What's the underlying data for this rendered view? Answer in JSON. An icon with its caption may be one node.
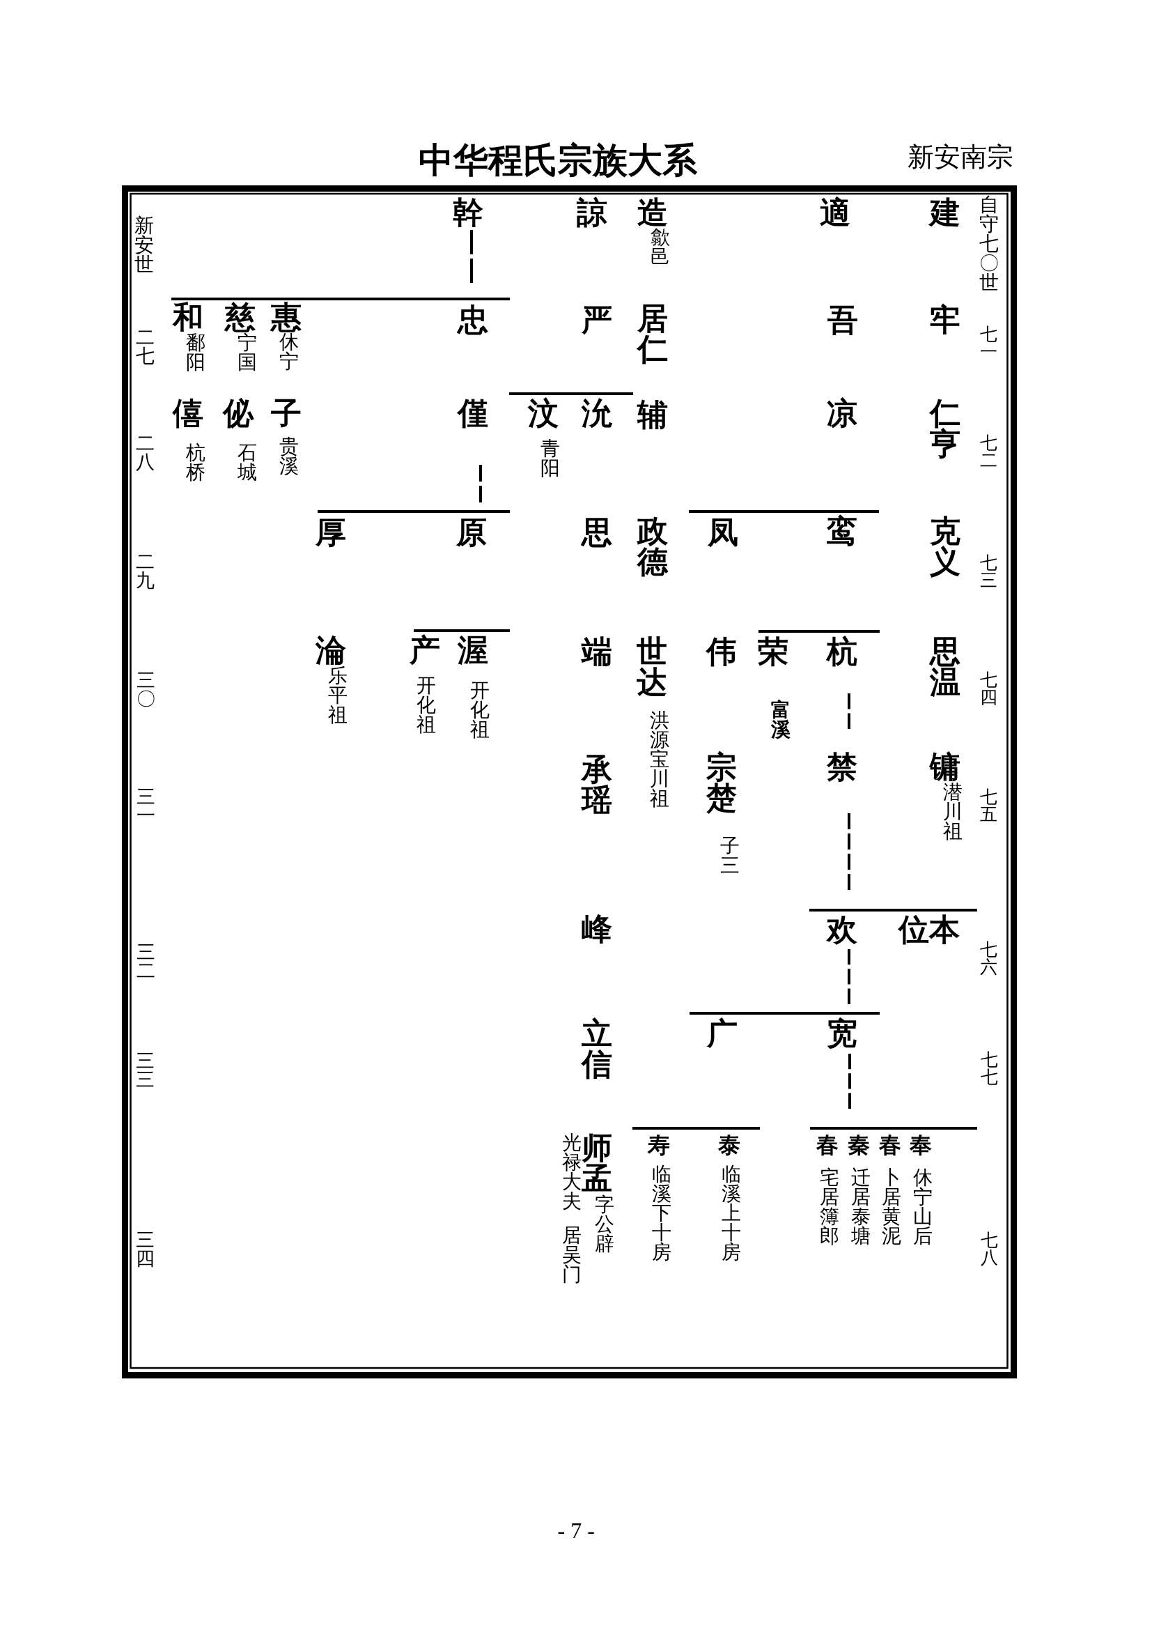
{
  "diagram": {
    "title": "中华程氏宗族大系",
    "nodes": [
      {
        "text": [
          "建"
        ]
      },
      {
        "text": [
          "適"
        ]
      },
      {
        "text": [
          "造"
        ],
        "beside": [
          "歙邑"
        ]
      },
      {
        "text": [
          "諒"
        ]
      },
      {
        "text": [
          "幹"
        ]
      },
      {
        "text": [
          "牢"
        ]
      },
      {
        "text": [
          "吾"
        ]
      },
      {
        "text": [
          "居仁"
        ]
      },
      {
        "text": [
          "严"
        ]
      },
      {
        "text": [
          "忠"
        ]
      },
      {
        "text": [
          "惠"
        ],
        "beside": [
          "休宁"
        ]
      },
      {
        "text": [
          "慈"
        ],
        "beside": [
          "宁国"
        ]
      },
      {
        "text": [
          "和"
        ],
        "beside": [
          "鄱阳"
        ]
      },
      {
        "text": [
          "仁亨"
        ]
      },
      {
        "text": [
          "凉"
        ]
      },
      {
        "text": [
          "辅"
        ]
      },
      {
        "text": [
          "沇"
        ]
      },
      {
        "text": [
          "汶"
        ],
        "beside": [
          "青阳"
        ]
      },
      {
        "text": [
          "僅"
        ]
      },
      {
        "text": [
          "子"
        ],
        "beside": [
          "贵溪"
        ]
      },
      {
        "text": [
          "佖"
        ],
        "beside": [
          "石城"
        ]
      },
      {
        "text": [
          "僖"
        ],
        "beside": [
          "杭桥"
        ]
      },
      {
        "text": [
          "克义"
        ]
      },
      {
        "text": [
          "鸾"
        ]
      },
      {
        "text": [
          "凤"
        ]
      },
      {
        "text": [
          "政德"
        ]
      },
      {
        "text": [
          "思"
        ]
      },
      {
        "text": [
          "原"
        ]
      },
      {
        "text": [
          "厚"
        ]
      },
      {
        "text": [
          "思温"
        ]
      },
      {
        "text": [
          "杭"
        ]
      },
      {
        "text": [
          "荣"
        ],
        "beside": [
          "富溪"
        ]
      },
      {
        "text": [
          "伟"
        ]
      },
      {
        "text": [
          "世达"
        ],
        "beside": [
          "洪源宝川祖"
        ]
      },
      {
        "text": [
          "端"
        ]
      },
      {
        "text": [
          "渥"
        ],
        "beside": [
          "开化祖"
        ]
      },
      {
        "text": [
          "产"
        ],
        "beside": [
          "开化祖"
        ]
      },
      {
        "text": [
          "淪"
        ],
        "beside": [
          "乐平祖"
        ]
      },
      {
        "text": [
          "镛"
        ],
        "beside": [
          "潜川祖"
        ]
      },
      {
        "text": [
          "禁"
        ]
      },
      {
        "text": [
          "宗楚"
        ],
        "beside": [
          "子三"
        ]
      },
      {
        "text": [
          "承瑶"
        ]
      },
      {
        "text": [
          "位本"
        ]
      },
      {
        "text": [
          "欢"
        ]
      },
      {
        "text": [
          "峰"
        ]
      },
      {
        "text": [
          "宽"
        ]
      },
      {
        "text": [
          "广"
        ]
      },
      {
        "text": [
          "立信"
        ]
      },
      {
        "text": [
          "奉"
        ],
        "beside": [
          "休宁山后"
        ]
      },
      {
        "text": [
          "春"
        ],
        "beside": [
          "卜居黄泥"
        ]
      },
      {
        "text": [
          "秦"
        ],
        "beside": [
          "迁居泰塘"
        ]
      },
      {
        "text": [
          "春"
        ],
        "beside": [
          "宅居簿郎"
        ]
      },
      {
        "text": [
          "泰"
        ],
        "beside": [
          "临溪上十房"
        ]
      },
      {
        "text": [
          "寿"
        ],
        "beside": [
          "临溪下十房"
        ]
      },
      {
        "text": [
          "师孟"
        ],
        "beside": [
          "字公辟",
          "光禄大夫",
          "居吴门"
        ]
      }
    ],
    "edges": [
      {
        "from": 4,
        "to": 9,
        "arrow": "none",
        "style": "dashed"
      },
      {
        "from": 4,
        "to": 10,
        "arrow": "none",
        "style": "dashed"
      },
      {
        "from": 4,
        "to": 11,
        "arrow": "none",
        "style": "dashed"
      },
      {
        "from": 4,
        "to": 12,
        "arrow": "none",
        "style": "dashed"
      },
      {
        "from": 16,
        "to": 17,
        "arrow": "none"
      },
      {
        "from": 18,
        "to": 27,
        "arrow": "none",
        "style": "dashed"
      },
      {
        "from": 18,
        "to": 28,
        "arrow": "none",
        "style": "dashed"
      },
      {
        "from": 23,
        "to": 24,
        "arrow": "none"
      },
      {
        "from": 30,
        "to": 31,
        "arrow": "none"
      },
      {
        "from": 35,
        "to": 36,
        "arrow": "none"
      },
      {
        "from": 30,
        "to": 39,
        "arrow": "none",
        "style": "dashed"
      },
      {
        "from": 39,
        "to": 42,
        "arrow": "none",
        "style": "dashed"
      },
      {
        "from": 39,
        "to": 43,
        "arrow": "none",
        "style": "dashed"
      },
      {
        "from": 43,
        "to": 45,
        "arrow": "none",
        "style": "dashed"
      },
      {
        "from": 43,
        "to": 46,
        "arrow": "none",
        "style": "dashed"
      },
      {
        "from": 52,
        "to": 53,
        "arrow": "none"
      },
      {
        "from": 45,
        "to": 48,
        "arrow": "none",
        "style": "dashed"
      },
      {
        "from": 45,
        "to": 49,
        "arrow": "none",
        "style": "dashed"
      },
      {
        "from": 45,
        "to": 50,
        "arrow": "none",
        "style": "dashed"
      },
      {
        "from": 45,
        "to": 51,
        "arrow": "none",
        "style": "dashed"
      }
    ],
    "labels": [
      "新安南宗",
      "自守七〇世",
      "七一",
      "七二",
      "七三",
      "七四",
      "七五",
      "七六",
      "七七",
      "七八",
      "新安世",
      "二七",
      "二八",
      "二九",
      "三〇",
      "三一",
      "三二",
      "三三",
      "三四",
      "- 7 -"
    ]
  }
}
